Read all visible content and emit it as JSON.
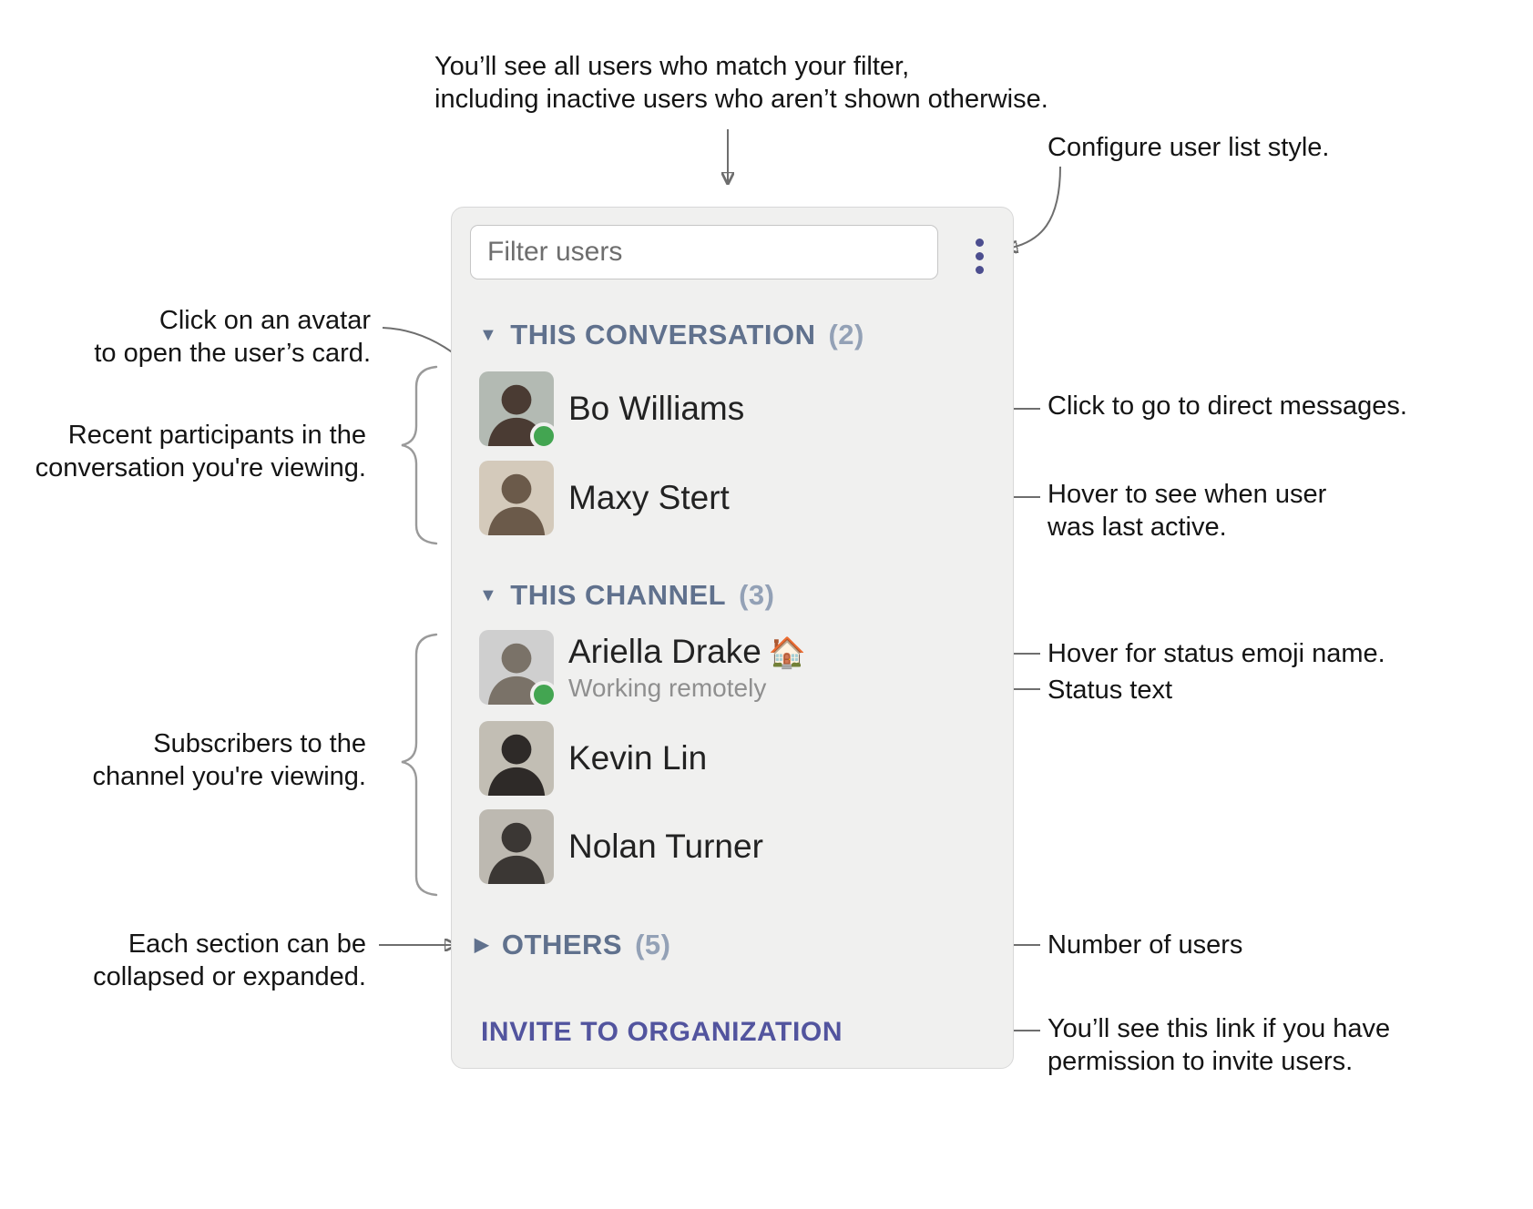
{
  "annotations": {
    "top_note": "You’ll see all users who match your filter,\nincluding inactive users who aren’t shown otherwise.",
    "configure": "Configure user list style.",
    "avatar_click": "Click on an avatar\nto open the user’s card.",
    "recent_participants": "Recent participants in the\nconversation you're viewing.",
    "direct_messages": "Click to go to direct messages.",
    "last_active": "Hover to see when user\nwas last active.",
    "status_emoji": "Hover for status emoji name.",
    "status_text": "Status text",
    "subscribers": "Subscribers to the\nchannel you're viewing.",
    "collapse_note": "Each section can be\ncollapsed or expanded.",
    "number_of_users": "Number of users",
    "invite_permission": "You’ll see this link if you have\npermission to invite users."
  },
  "panel": {
    "filter": {
      "placeholder": "Filter users"
    },
    "icons": {
      "expanded": "▼",
      "collapsed": "▶",
      "kebab_menu": "vertical-ellipsis"
    },
    "sections": [
      {
        "label": "THIS CONVERSATION",
        "count": "(2)"
      },
      {
        "label": "THIS CHANNEL",
        "count": "(3)"
      },
      {
        "label": "OTHERS",
        "count": "(5)"
      }
    ],
    "users": {
      "bo": {
        "name": "Bo Williams",
        "online": true
      },
      "maxy": {
        "name": "Maxy Stert"
      },
      "ariella": {
        "name": "Ariella Drake",
        "emoji": "🏠",
        "status": "Working remotely",
        "online": true
      },
      "kevin": {
        "name": "Kevin Lin"
      },
      "nolan": {
        "name": "Nolan Turner"
      }
    },
    "invite_label": "INVITE TO ORGANIZATION"
  },
  "colors": {
    "panel_background": "#f0f0ef",
    "section_header": "#60718d",
    "online_indicator": "#43a551",
    "invite_link": "#52549e",
    "menu_icon": "#4c4e8f"
  }
}
